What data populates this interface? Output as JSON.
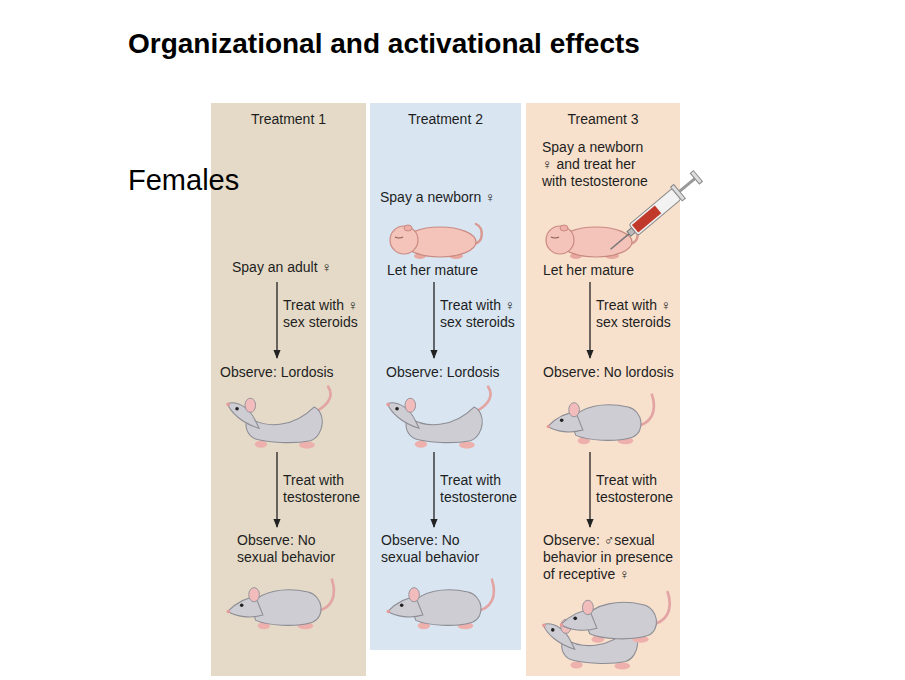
{
  "diagram": {
    "title": "Organizational and activational effects",
    "nodes": [
      {
        "text": [
          "Treatment 1",
          "Spay an adult ♀",
          "Treat with ♀ sex steroids",
          "Observe: Lordosis",
          "Treat with testosterone",
          "Observe: No sexual behavior"
        ]
      },
      {
        "text": [
          "Treatment 2",
          "Spay a newborn ♀",
          "Let her mature",
          "Treat with ♀ sex steroids",
          "Observe: Lordosis",
          "Treat with testosterone",
          "Observe: No sexual behavior"
        ]
      },
      {
        "text": [
          "Treament 3",
          "Spay a newborn ♀ and treat her with testosterone",
          "Let her mature",
          "Treat with ♀ sex steroids",
          "Observe: No lordosis",
          "Treat with testosterone",
          "Observe: ♂sexual behavior in presence of receptive ♀"
        ]
      }
    ],
    "labels": [
      "Females"
    ]
  }
}
